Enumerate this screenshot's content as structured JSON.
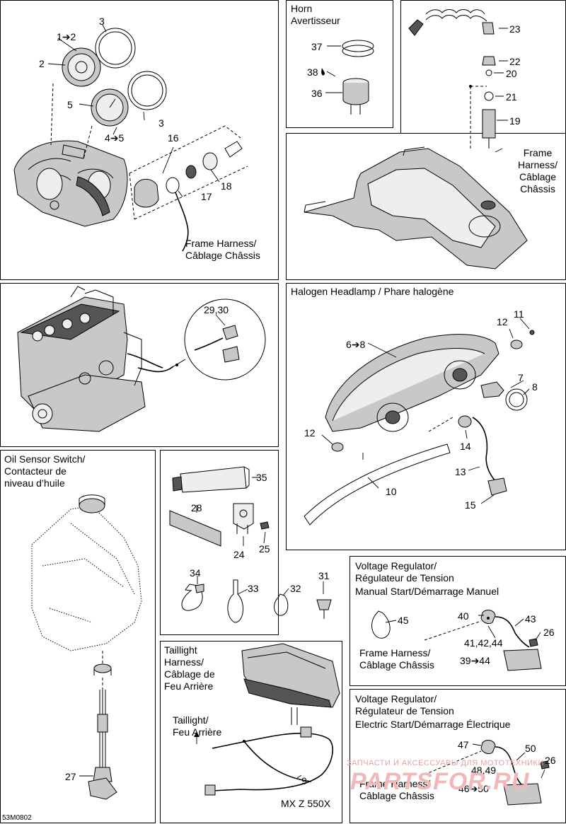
{
  "panels": {
    "gauges": {
      "labels": {
        "l1": "1➔2",
        "l2": "2",
        "l3a": "3",
        "l3b": "3",
        "l4": "4➔5",
        "l5": "5",
        "l16": "16",
        "l17": "17",
        "l18": "18"
      },
      "harness": "Frame Harness/\nCâblage Châssis"
    },
    "horn": {
      "title": "Horn\nAvertisseur",
      "labels": {
        "l37": "37",
        "l38": "38",
        "l36": "36"
      }
    },
    "tank": {
      "labels": {
        "l23": "23",
        "l22": "22",
        "l20": "20",
        "l21": "21",
        "l19": "19"
      },
      "harness": "Frame\nHarness/\nCâblage\nChâssis"
    },
    "engine": {
      "labels": {
        "l2930": "29,30"
      }
    },
    "headlamp": {
      "title": "Halogen Headlamp / Phare halogène",
      "labels": {
        "l68": "6➔8",
        "l7": "7",
        "l8": "8",
        "l10": "10",
        "l11": "11",
        "l12a": "12",
        "l12b": "12",
        "l13": "13",
        "l14": "14",
        "l15": "15"
      }
    },
    "oil": {
      "title": "Oil Sensor Switch/\nContacteur de\nniveau d’huile",
      "labels": {
        "l27": "27"
      }
    },
    "parts": {
      "labels": {
        "l35": "35",
        "l28": "28",
        "l24": "24",
        "l25": "25",
        "l34": "34",
        "l33": "33",
        "l32": "32",
        "l31": "31"
      }
    },
    "taillight": {
      "title": "Taillight\nHarness/\nCâblage de\nFeu Arrière",
      "feu": "Taillight/\nFeu Arrière",
      "model": "MX Z 550X",
      "labels": {
        "l9": "9"
      }
    },
    "vr_manual": {
      "title": "Voltage Regulator/\nRégulateur de Tension",
      "subtitle": "Manual Start/Démarrage Manuel",
      "harness": "Frame Harness/\nCâblage Châssis",
      "labels": {
        "l45": "45",
        "l40": "40",
        "l43": "43",
        "l26": "26",
        "l414244": "41,42,44",
        "l3944": "39➔44"
      }
    },
    "vr_electric": {
      "title": "Voltage Regulator/\nRégulateur de Tension",
      "subtitle": "Electric Start/Démarrage Électrique",
      "harness": "Frame Harness/\nCâblage Châssis",
      "labels": {
        "l47": "47",
        "l50": "50",
        "l26": "26",
        "l4849": "48,49",
        "l4650": "46➔50"
      }
    }
  },
  "watermark": {
    "small": "ЗАПЧАСТИ И АКСЕССУАРЫ ДЛЯ МОТОТЕХНИКИ",
    "big": "PARTSFOR.RU"
  },
  "ref": "53M0802"
}
